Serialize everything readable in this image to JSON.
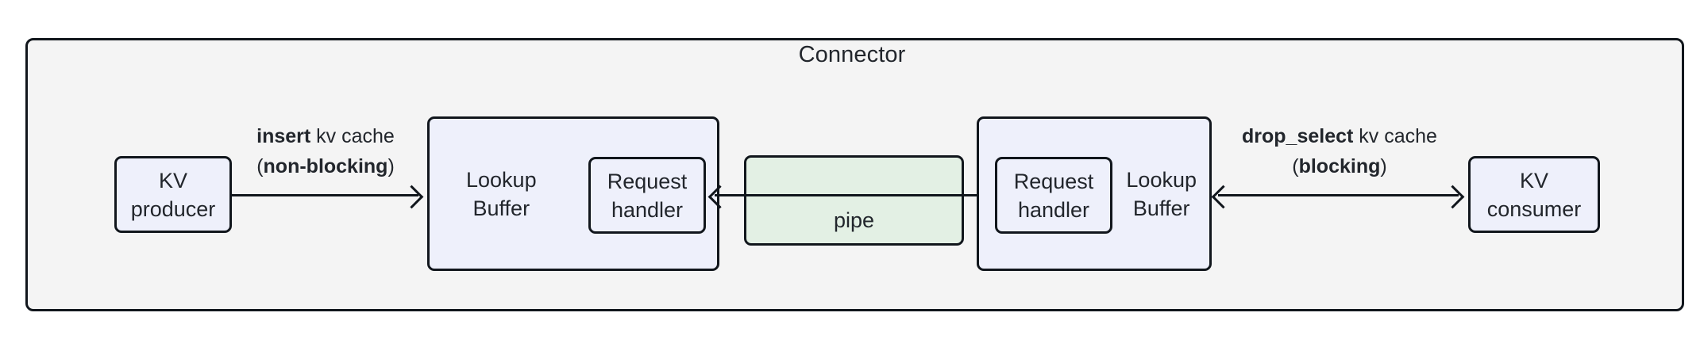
{
  "diagram": {
    "container": {
      "title": "Connector",
      "fill": "#f4f4f4",
      "stroke": "#11161c"
    },
    "nodes": {
      "kv_producer": {
        "line1": "KV",
        "line2": "producer",
        "fill": "#eef0fb"
      },
      "kv_consumer": {
        "line1": "KV",
        "line2": "consumer",
        "fill": "#eef0fb"
      },
      "lookup_buffer_left": {
        "line1": "Lookup",
        "line2": "Buffer",
        "fill": "#eef0fb"
      },
      "lookup_buffer_right": {
        "line1": "Lookup",
        "line2": "Buffer",
        "fill": "#eef0fb"
      },
      "request_handler_left": {
        "line1": "Request",
        "line2": "handler",
        "fill": "#eef0fb"
      },
      "request_handler_right": {
        "line1": "Request",
        "line2": "handler",
        "fill": "#eef0fb"
      },
      "pipe": {
        "label": "pipe",
        "fill": "#e3f0e4"
      }
    },
    "edges": {
      "insert": {
        "bold1": "insert",
        "plain1": " kv cache",
        "open_paren": "(",
        "bold2": "non-blocking",
        "close_paren": ")",
        "direction": "right"
      },
      "pipe_link": {
        "direction": "both"
      },
      "drop_select": {
        "bold1": "drop_select",
        "plain1": " kv cache",
        "open_paren": "(",
        "bold2": "blocking",
        "close_paren": ")",
        "direction": "both"
      }
    }
  }
}
